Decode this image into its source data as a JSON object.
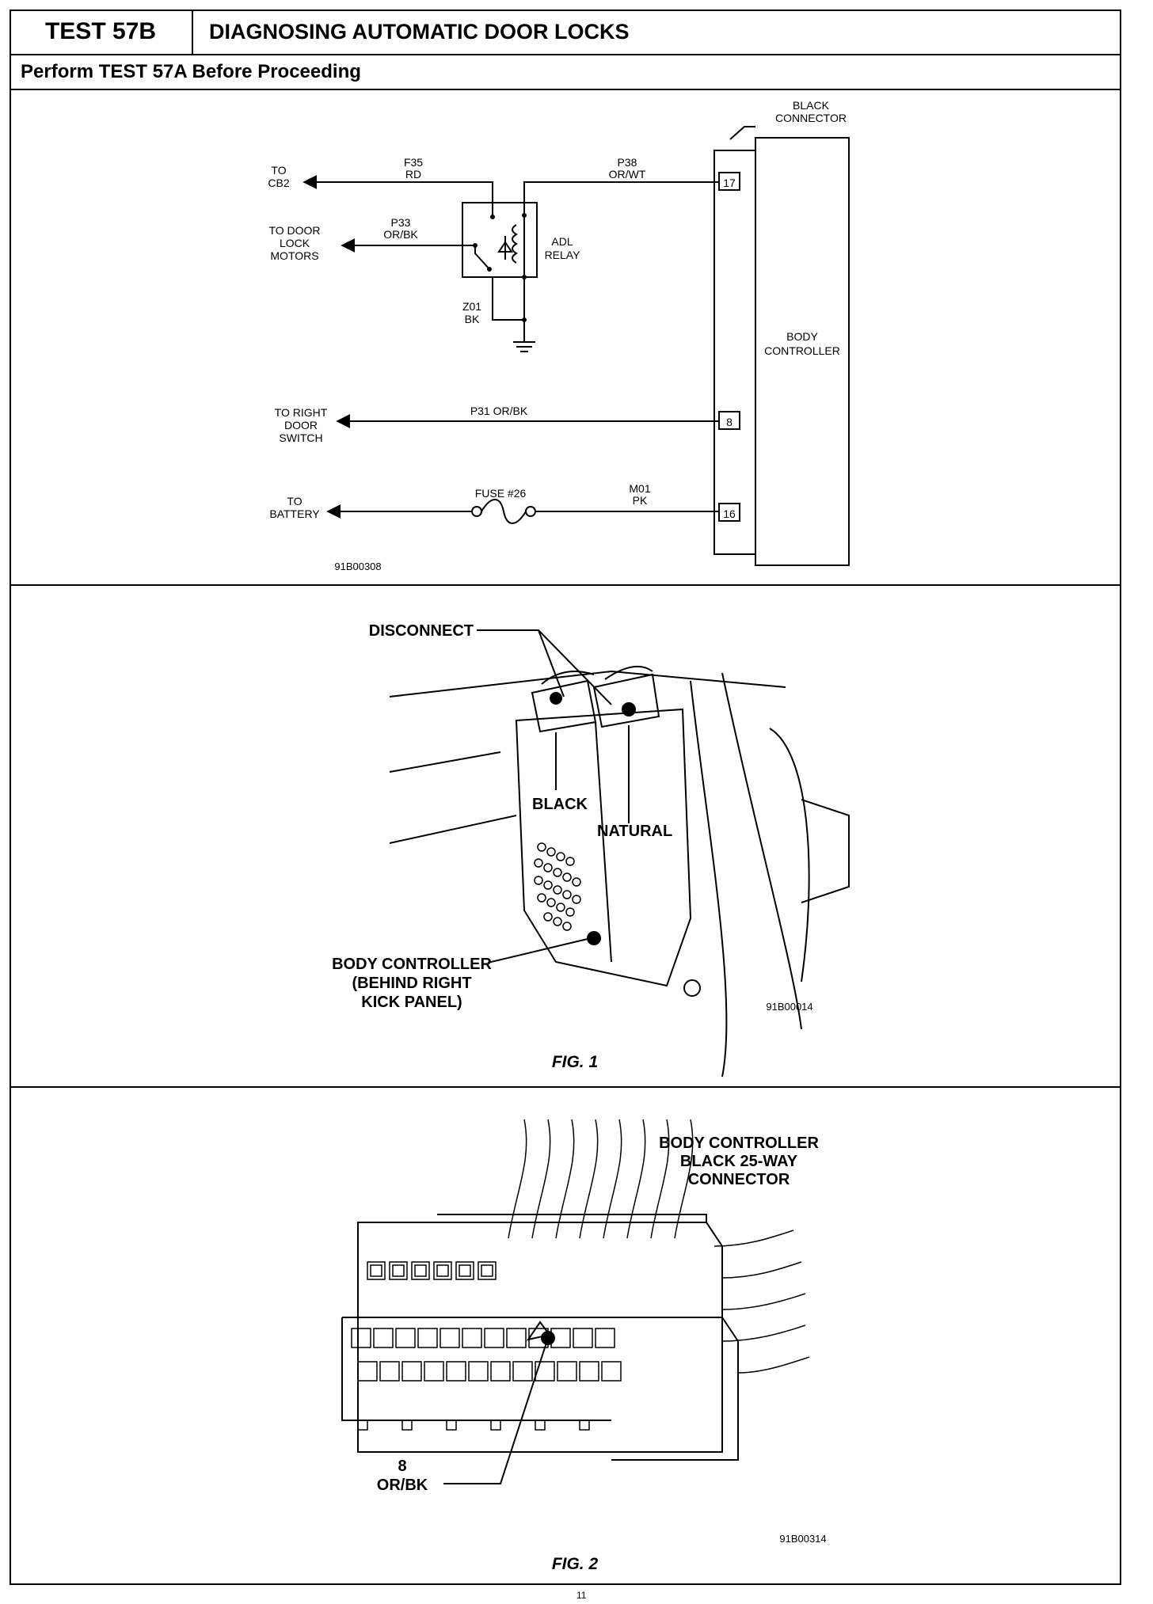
{
  "header": {
    "test_id": "TEST 57B",
    "title": "DIAGNOSING AUTOMATIC DOOR LOCKS",
    "subtitle": "Perform TEST 57A Before Proceeding"
  },
  "schematic": {
    "connector_label": [
      "BLACK",
      "CONNECTOR"
    ],
    "controller_label": [
      "BODY",
      "CONTROLLER"
    ],
    "relay_label": [
      "ADL",
      "RELAY"
    ],
    "to_cb2": [
      "TO",
      "CB2"
    ],
    "to_door_lock_motors": [
      "TO DOOR",
      "LOCK",
      "MOTORS"
    ],
    "to_right_door_switch": [
      "TO RIGHT",
      "DOOR",
      "SWITCH"
    ],
    "to_battery": [
      "TO",
      "BATTERY"
    ],
    "wire_f35": [
      "F35",
      "RD"
    ],
    "wire_p38": [
      "P38",
      "OR/WT"
    ],
    "wire_p33": [
      "P33",
      "OR/BK"
    ],
    "wire_z01": [
      "Z01",
      "BK"
    ],
    "wire_p31": "P31 OR/BK",
    "fuse_label": "FUSE #26",
    "wire_m01": [
      "M01",
      "PK"
    ],
    "pin_17": "17",
    "pin_8": "8",
    "pin_16": "16",
    "code": "91B00308"
  },
  "figure1": {
    "disconnect_label": "DISCONNECT",
    "black_label": "BLACK",
    "natural_label": "NATURAL",
    "controller_label": [
      "BODY CONTROLLER",
      "(BEHIND RIGHT",
      "KICK PANEL)"
    ],
    "code": "91B00014",
    "caption": "FIG. 1"
  },
  "figure2": {
    "connector_title": [
      "BODY CONTROLLER",
      "BLACK 25-WAY",
      "CONNECTOR"
    ],
    "pin_label": [
      "8",
      "OR/BK"
    ],
    "code": "91B00314",
    "caption": "FIG. 2"
  },
  "page_number": "11"
}
